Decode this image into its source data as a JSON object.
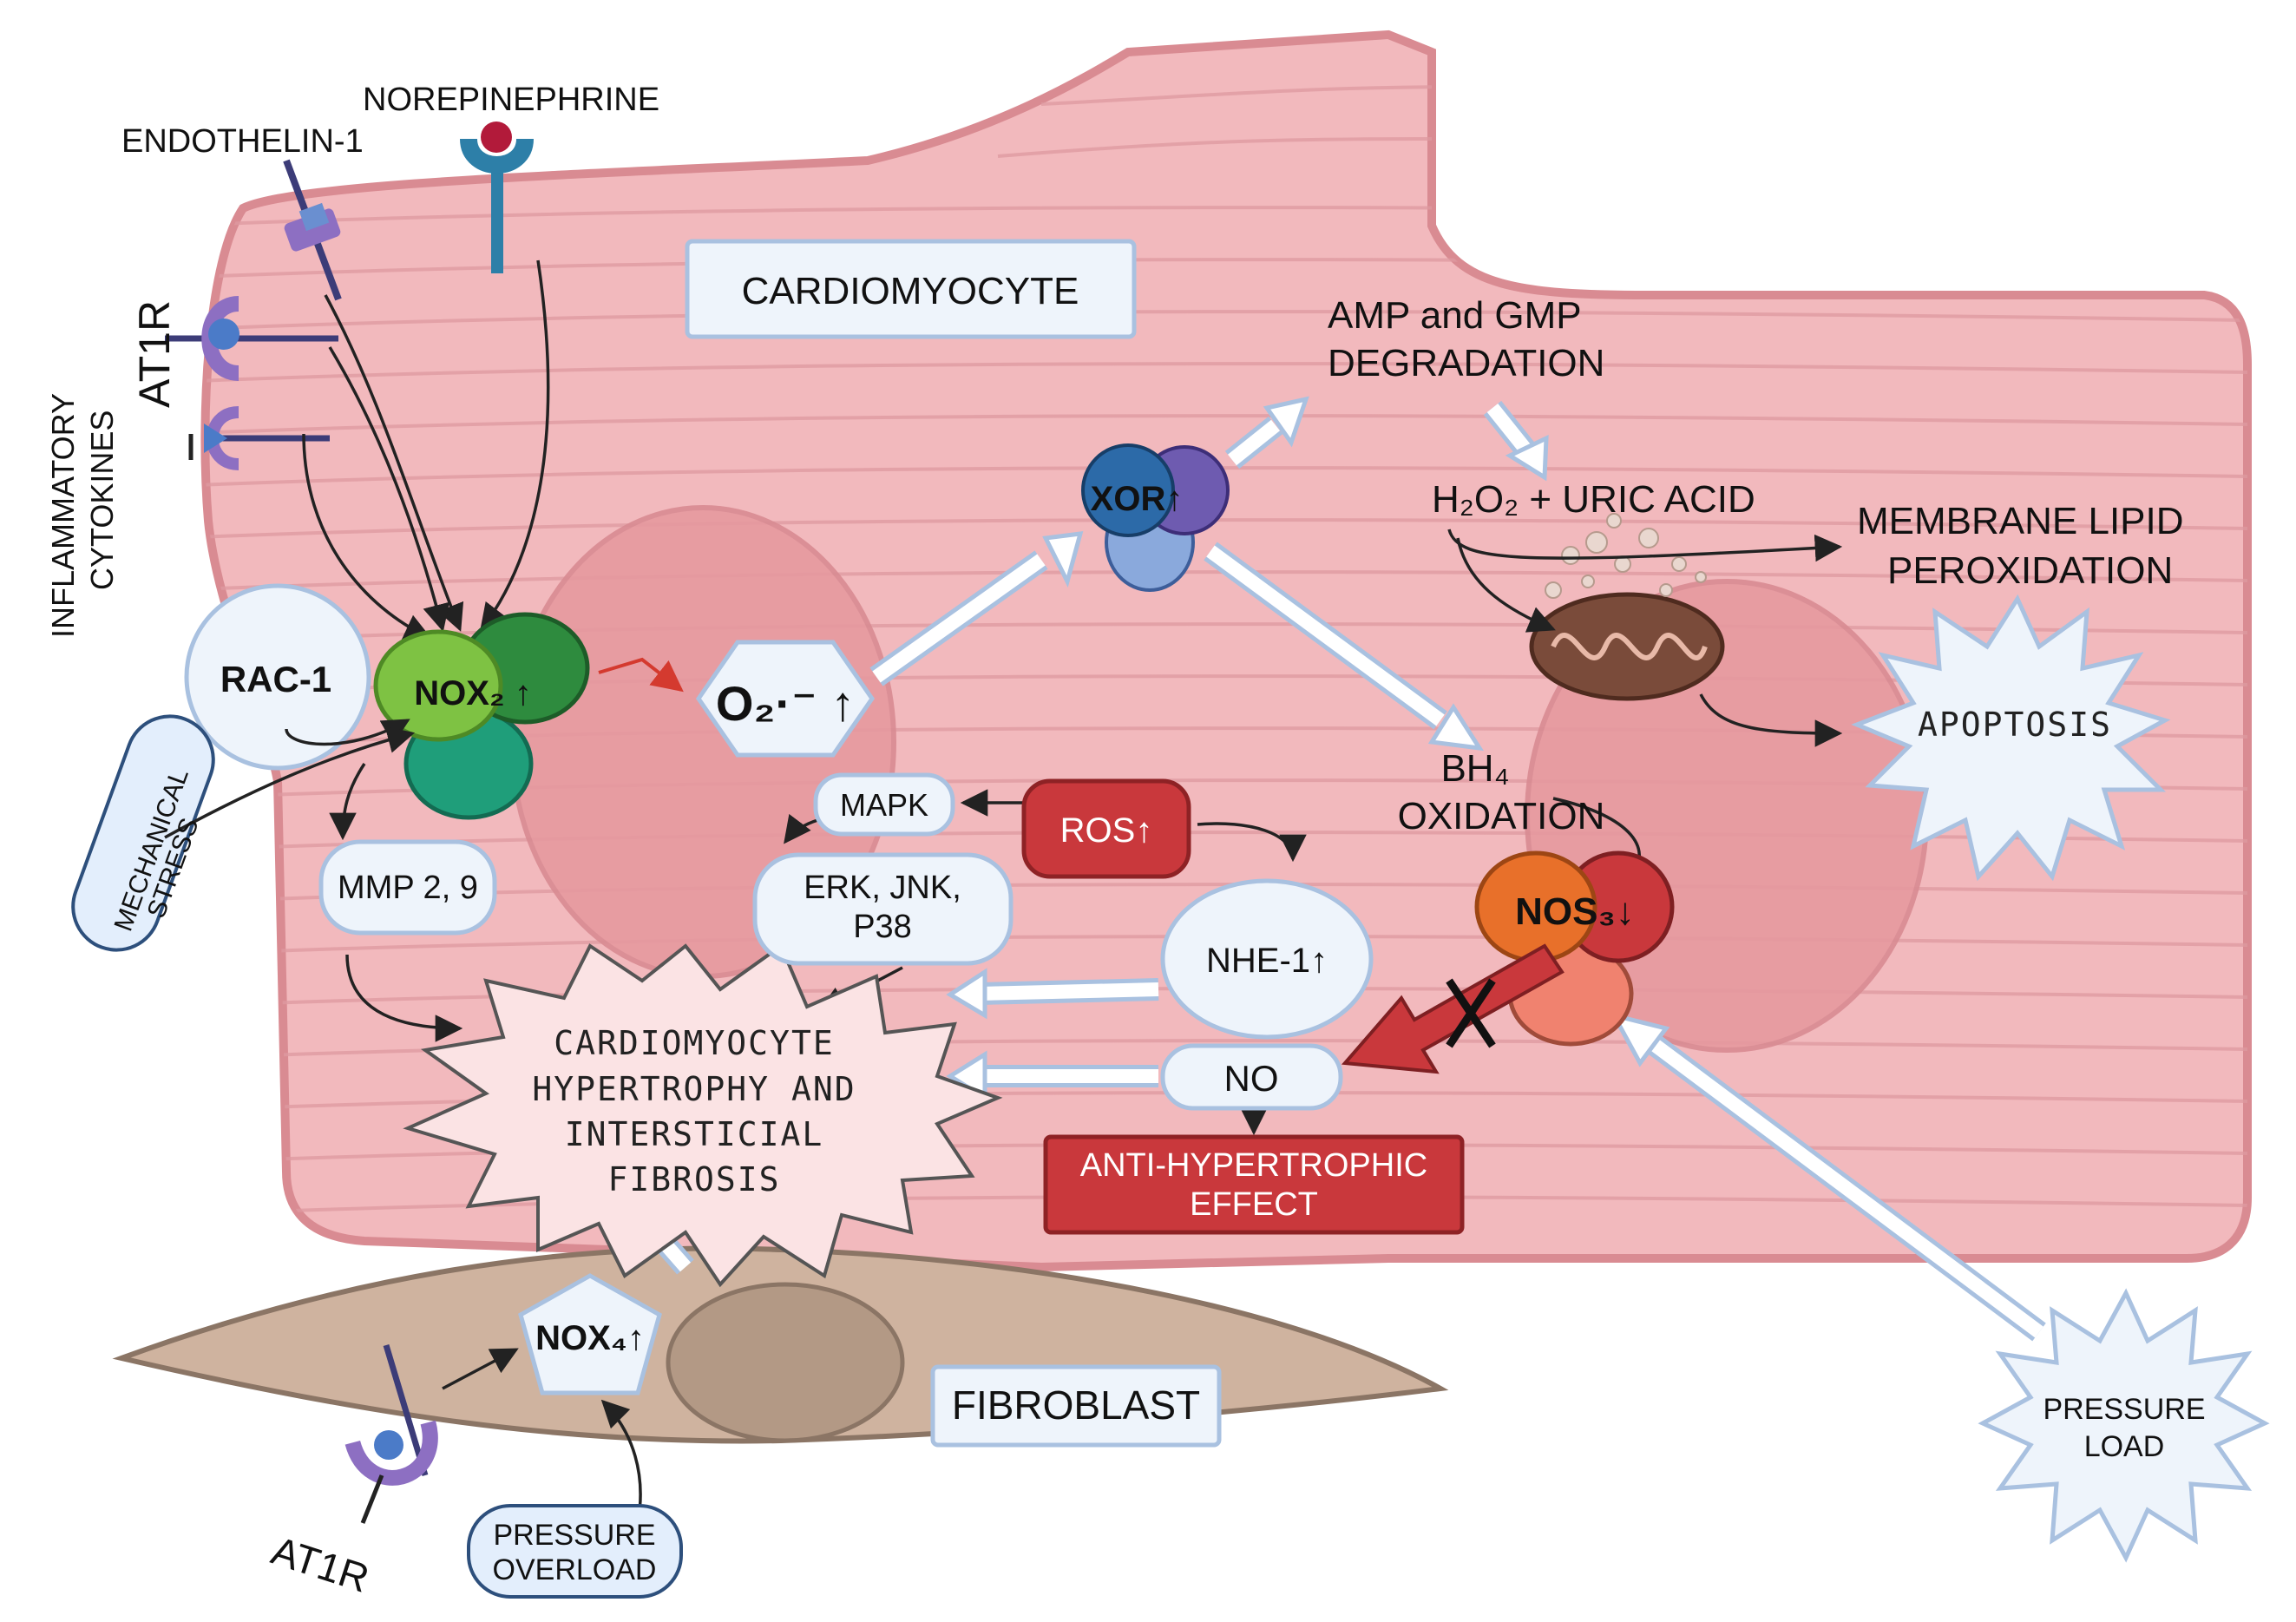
{
  "labels": {
    "norepinephrine": "NOREPINEPHRINE",
    "endothelin": "ENDOTHELIN-1",
    "at1r_top": "AT1R",
    "inflammatory_line1": "INFLAMMATORY",
    "inflammatory_line2": "CYTOKINES",
    "cardiomyocyte": "CARDIOMYOCYTE",
    "amp_gmp_line1": "AMP and GMP",
    "amp_gmp_line2": "DEGRADATION",
    "h2o2_uric": "H₂O₂ + URIC ACID",
    "membrane_line1": "MEMBRANE LIPID",
    "membrane_line2": "PEROXIDATION",
    "xor": "XOR↑",
    "rac1": "RAC-1",
    "nox2": "NOX₂ ↑",
    "o2": "O₂·⁻ ↑",
    "mechanical_line1": "MECHANICAL",
    "mechanical_line2": "STRESS",
    "mapk": "MAPK",
    "ros": "ROS↑",
    "erk_line1": "ERK, JNK,",
    "erk_line2": "P38",
    "mmp": "MMP 2, 9",
    "nhe1": "NHE-1↑",
    "no": "NO",
    "bh4_line1": "BH₄",
    "bh4_line2": "OXIDATION",
    "nos3": "NOS₃↓",
    "apoptosis": "APOPTOSIS",
    "hyp_line1": "CARDIOMYOCYTE",
    "hyp_line2": "HYPERTROPHY AND",
    "hyp_line3": "INTERSTICIAL",
    "hyp_line4": "FIBROSIS",
    "anti_line1": "ANTI-HYPERTROPHIC",
    "anti_line2": "EFFECT",
    "nox4": "NOX₄↑",
    "fibroblast": "FIBROBLAST",
    "at1r_bottom": "AT1R",
    "pressure_overload_line1": "PRESSURE",
    "pressure_overload_line2": "OVERLOAD",
    "pressure_load_line1": "PRESSURE",
    "pressure_load_line2": "LOAD"
  },
  "colors": {
    "cell_fill": "#f2b9bd",
    "cell_stroke": "#d98b92",
    "nucleus_fill": "#e6999f",
    "fibroblast_fill": "#cfb39f",
    "box_fill": "#eef4fb",
    "box_stroke": "#a9c1e0",
    "ros_red": "#c8474a",
    "nox2_light": "#7ec243",
    "nox2_dark": "#2e8b3e",
    "nox2_teal": "#1f9e7a",
    "xor_dark": "#2c6aa8",
    "xor_purple": "#6e5bb0",
    "xor_light": "#8aa9dc",
    "nos3_orange": "#e8702a",
    "nos3_red": "#c9383c",
    "nos3_salmon": "#f0826f"
  }
}
